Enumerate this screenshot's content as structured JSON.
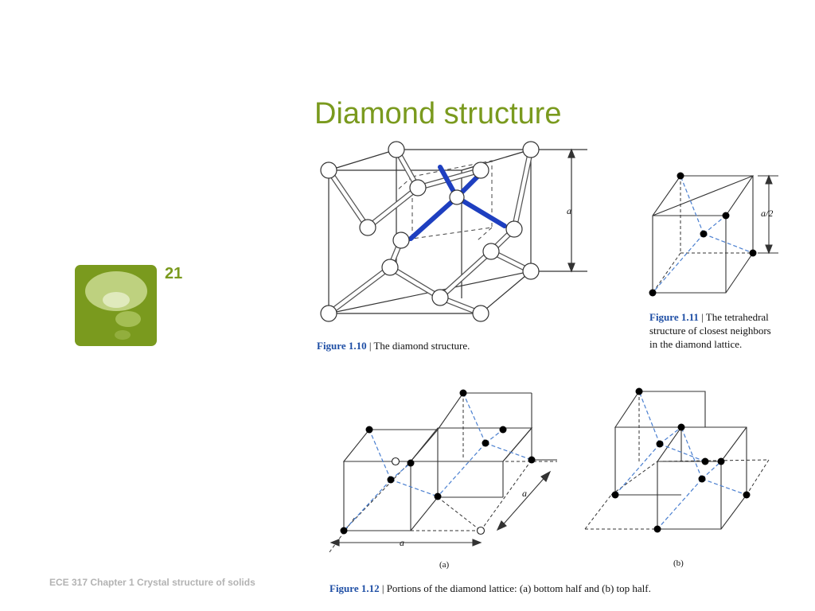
{
  "slide": {
    "title": "Diamond structure",
    "number": "21",
    "footer": "ECE 317 Chapter 1 Crystal structure of solids"
  },
  "colors": {
    "accent": "#7a9a1e",
    "figure_label": "#1f4fa5",
    "bond_highlight": "#1e3fc0",
    "dashed_bond": "#4a7fd0"
  },
  "figure_1_10": {
    "label": "Figure 1.10",
    "separator": "|",
    "text": "The diamond structure.",
    "dim": "a"
  },
  "figure_1_11": {
    "label": "Figure 1.11",
    "separator": "|",
    "line1": "The tetrahedral",
    "line2": "structure of closest neighbors",
    "line3": "in the diamond lattice.",
    "dim": "a/2"
  },
  "figure_1_12": {
    "label": "Figure 1.12",
    "separator": "|",
    "text": "Portions of the diamond lattice: (a) bottom half and (b) top half.",
    "part_a": "(a)",
    "part_b": "(b)",
    "dim_a1": "a",
    "dim_a2": "a"
  },
  "logo": {
    "icon": "speech-bubbles-icon"
  }
}
